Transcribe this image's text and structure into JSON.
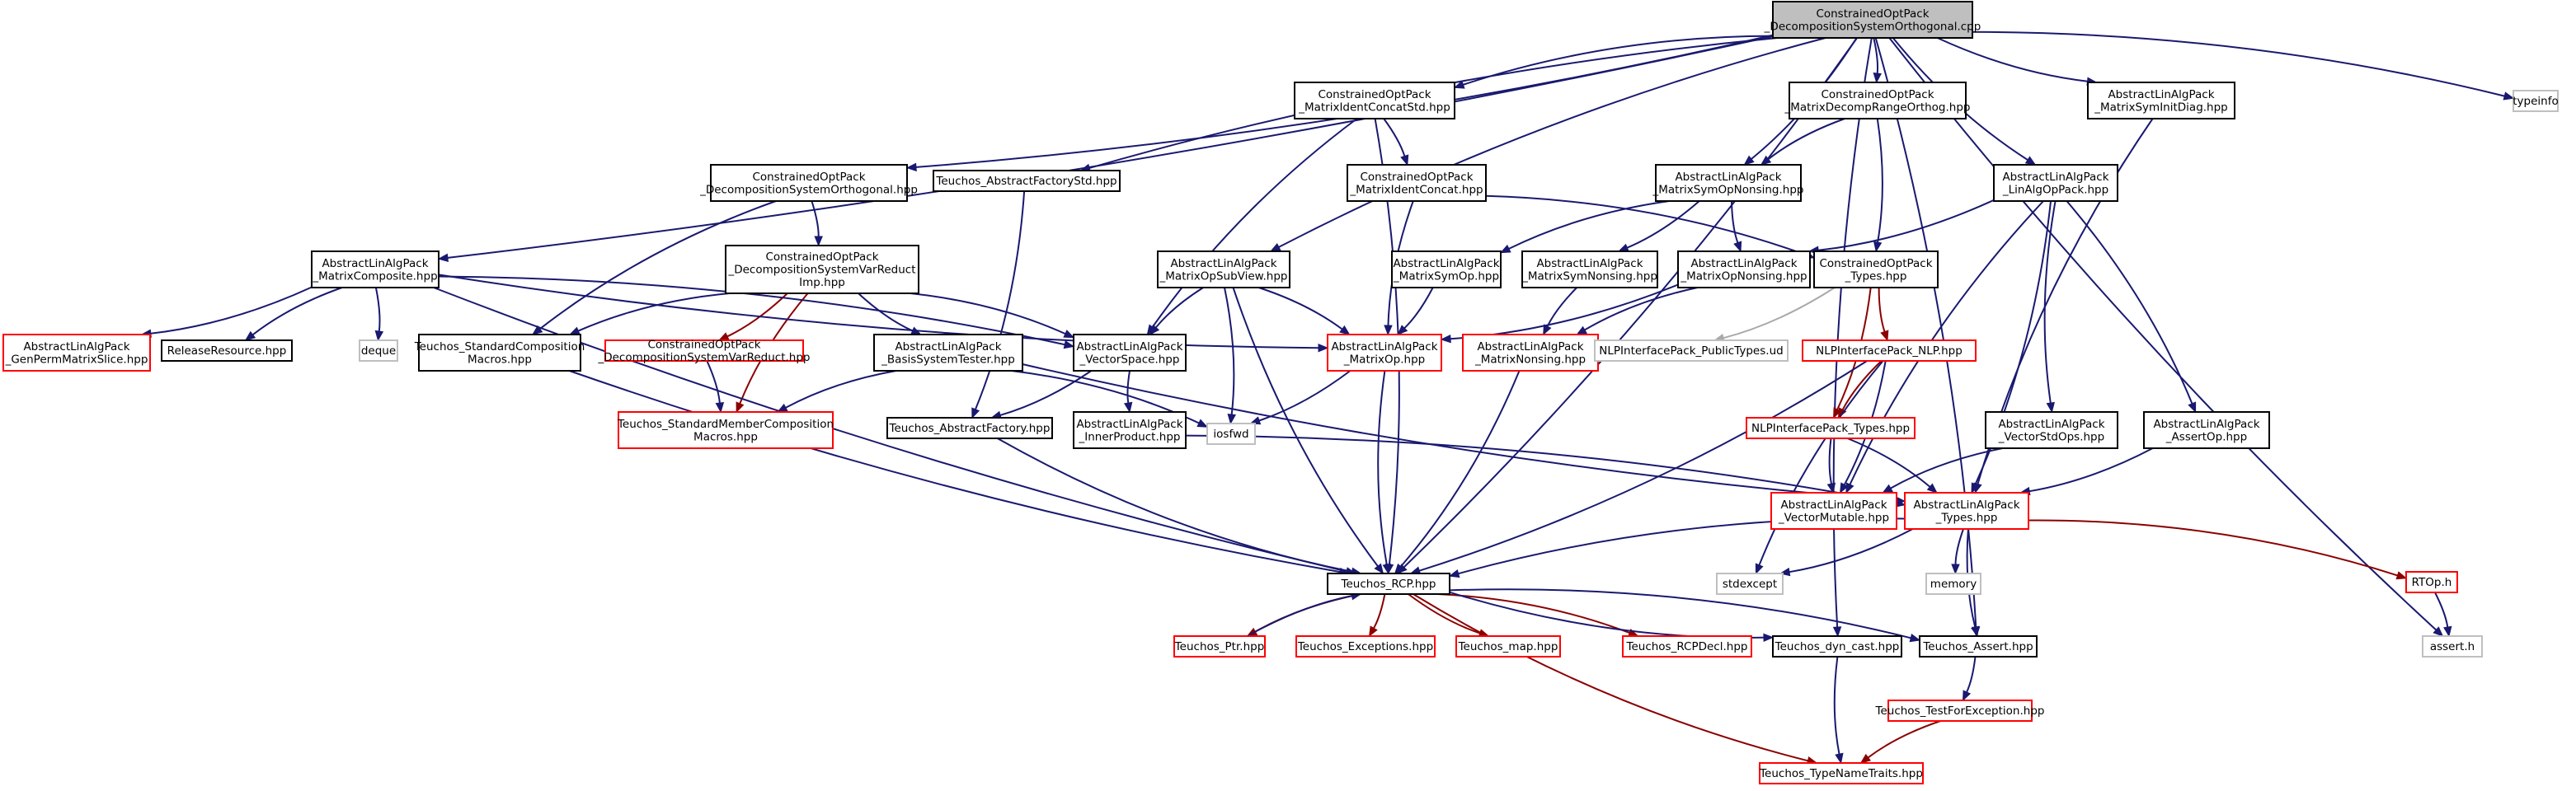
{
  "colors": {
    "root_fill": "#bfbfbf",
    "normal_border": "#000000",
    "missing_border": "#ff0000",
    "external_border": "#bfbfbf",
    "edge": "#191970",
    "edge_red": "#8b0000",
    "edge_gray": "#a9a9a9"
  },
  "nodes": [
    {
      "id": "root",
      "lines": [
        "ConstrainedOptPack",
        "_DecompositionSystemOrthogonal.cpp"
      ],
      "kind": "root"
    },
    {
      "id": "typeinfo",
      "lines": [
        "typeinfo"
      ],
      "kind": "external"
    },
    {
      "id": "mics",
      "lines": [
        "ConstrainedOptPack",
        "_MatrixIdentConcatStd.hpp"
      ],
      "kind": "normal"
    },
    {
      "id": "mdro",
      "lines": [
        "ConstrainedOptPack",
        "_MatrixDecompRangeOrthog.hpp"
      ],
      "kind": "normal"
    },
    {
      "id": "msid",
      "lines": [
        "AbstractLinAlgPack",
        "_MatrixSymInitDiag.hpp"
      ],
      "kind": "normal"
    },
    {
      "id": "dso",
      "lines": [
        "ConstrainedOptPack",
        "_DecompositionSystemOrthogonal.hpp"
      ],
      "kind": "normal"
    },
    {
      "id": "tafs",
      "lines": [
        "Teuchos_AbstractFactoryStd.hpp"
      ],
      "kind": "normal"
    },
    {
      "id": "mic",
      "lines": [
        "ConstrainedOptPack",
        "_MatrixIdentConcat.hpp"
      ],
      "kind": "normal"
    },
    {
      "id": "msopn",
      "lines": [
        "AbstractLinAlgPack",
        "_MatrixSymOpNonsing.hpp"
      ],
      "kind": "normal"
    },
    {
      "id": "laop",
      "lines": [
        "AbstractLinAlgPack",
        "_LinAlgOpPack.hpp"
      ],
      "kind": "normal"
    },
    {
      "id": "dsvri",
      "lines": [
        "ConstrainedOptPack",
        "_DecompositionSystemVarReduct",
        "Imp.hpp"
      ],
      "kind": "normal"
    },
    {
      "id": "mc",
      "lines": [
        "AbstractLinAlgPack",
        "_MatrixComposite.hpp"
      ],
      "kind": "normal"
    },
    {
      "id": "mosv",
      "lines": [
        "AbstractLinAlgPack",
        "_MatrixOpSubView.hpp"
      ],
      "kind": "normal"
    },
    {
      "id": "mso",
      "lines": [
        "AbstractLinAlgPack",
        "_MatrixSymOp.hpp"
      ],
      "kind": "normal"
    },
    {
      "id": "msn",
      "lines": [
        "AbstractLinAlgPack",
        "_MatrixSymNonsing.hpp"
      ],
      "kind": "normal"
    },
    {
      "id": "mon",
      "lines": [
        "AbstractLinAlgPack",
        "_MatrixOpNonsing.hpp"
      ],
      "kind": "normal"
    },
    {
      "id": "copt",
      "lines": [
        "ConstrainedOptPack",
        "_Types.hpp"
      ],
      "kind": "normal"
    },
    {
      "id": "gpms",
      "lines": [
        "AbstractLinAlgPack",
        "_GenPermMatrixSlice.hpp"
      ],
      "kind": "missing"
    },
    {
      "id": "rr",
      "lines": [
        "ReleaseResource.hpp"
      ],
      "kind": "normal"
    },
    {
      "id": "deque",
      "lines": [
        "deque"
      ],
      "kind": "external"
    },
    {
      "id": "tscm",
      "lines": [
        "Teuchos_StandardComposition",
        "Macros.hpp"
      ],
      "kind": "normal"
    },
    {
      "id": "dsvr",
      "lines": [
        "ConstrainedOptPack",
        "_DecompositionSystemVarReduct.hpp"
      ],
      "kind": "missing"
    },
    {
      "id": "bst",
      "lines": [
        "AbstractLinAlgPack",
        "_BasisSystemTester.hpp"
      ],
      "kind": "normal"
    },
    {
      "id": "vs",
      "lines": [
        "AbstractLinAlgPack",
        "_VectorSpace.hpp"
      ],
      "kind": "normal"
    },
    {
      "id": "mop",
      "lines": [
        "AbstractLinAlgPack",
        "_MatrixOp.hpp"
      ],
      "kind": "missing"
    },
    {
      "id": "mnon",
      "lines": [
        "AbstractLinAlgPack",
        "_MatrixNonsing.hpp"
      ],
      "kind": "missing"
    },
    {
      "id": "nlppt",
      "lines": [
        "NLPInterfacePack_PublicTypes.ud"
      ],
      "kind": "external"
    },
    {
      "id": "nlp",
      "lines": [
        "NLPInterfacePack_NLP.hpp"
      ],
      "kind": "missing"
    },
    {
      "id": "tsmcm",
      "lines": [
        "Teuchos_StandardMemberComposition",
        "Macros.hpp"
      ],
      "kind": "missing"
    },
    {
      "id": "taf",
      "lines": [
        "Teuchos_AbstractFactory.hpp"
      ],
      "kind": "normal"
    },
    {
      "id": "iosfwd",
      "lines": [
        "iosfwd"
      ],
      "kind": "external"
    },
    {
      "id": "ip",
      "lines": [
        "AbstractLinAlgPack",
        "_InnerProduct.hpp"
      ],
      "kind": "normal"
    },
    {
      "id": "nlpt",
      "lines": [
        "NLPInterfacePack_Types.hpp"
      ],
      "kind": "missing"
    },
    {
      "id": "vso",
      "lines": [
        "AbstractLinAlgPack",
        "_VectorStdOps.hpp"
      ],
      "kind": "normal"
    },
    {
      "id": "ao",
      "lines": [
        "AbstractLinAlgPack",
        "_AssertOp.hpp"
      ],
      "kind": "normal"
    },
    {
      "id": "vm",
      "lines": [
        "AbstractLinAlgPack",
        "_VectorMutable.hpp"
      ],
      "kind": "missing"
    },
    {
      "id": "alat",
      "lines": [
        "AbstractLinAlgPack",
        "_Types.hpp"
      ],
      "kind": "missing"
    },
    {
      "id": "rcp",
      "lines": [
        "Teuchos_RCP.hpp"
      ],
      "kind": "normal"
    },
    {
      "id": "stdexcept",
      "lines": [
        "stdexcept"
      ],
      "kind": "external"
    },
    {
      "id": "memory",
      "lines": [
        "memory"
      ],
      "kind": "external"
    },
    {
      "id": "rtop",
      "lines": [
        "RTOp.h"
      ],
      "kind": "missing"
    },
    {
      "id": "assert",
      "lines": [
        "assert.h"
      ],
      "kind": "external"
    },
    {
      "id": "ptr",
      "lines": [
        "Teuchos_Ptr.hpp"
      ],
      "kind": "missing"
    },
    {
      "id": "exc",
      "lines": [
        "Teuchos_Exceptions.hpp"
      ],
      "kind": "missing"
    },
    {
      "id": "map",
      "lines": [
        "Teuchos_map.hpp"
      ],
      "kind": "missing"
    },
    {
      "id": "rcpd",
      "lines": [
        "Teuchos_RCPDecl.hpp"
      ],
      "kind": "missing"
    },
    {
      "id": "dync",
      "lines": [
        "Teuchos_dyn_cast.hpp"
      ],
      "kind": "normal"
    },
    {
      "id": "tas",
      "lines": [
        "Teuchos_Assert.hpp"
      ],
      "kind": "normal"
    },
    {
      "id": "tfe",
      "lines": [
        "Teuchos_TestForException.hpp"
      ],
      "kind": "missing"
    },
    {
      "id": "tnt",
      "lines": [
        "Teuchos_TypeNameTraits.hpp"
      ],
      "kind": "missing"
    }
  ],
  "edges": [
    [
      "root",
      "typeinfo"
    ],
    [
      "root",
      "mics"
    ],
    [
      "root",
      "mdro"
    ],
    [
      "root",
      "msid"
    ],
    [
      "root",
      "dso"
    ],
    [
      "root",
      "tafs"
    ],
    [
      "root",
      "msopn"
    ],
    [
      "root",
      "laop"
    ],
    [
      "root",
      "mc"
    ],
    [
      "root",
      "mosv"
    ],
    [
      "root",
      "rcp"
    ],
    [
      "root",
      "dync"
    ],
    [
      "root",
      "tas"
    ],
    [
      "root",
      "assert"
    ],
    [
      "mics",
      "mic"
    ],
    [
      "mics",
      "vs"
    ],
    [
      "mics",
      "rcp"
    ],
    [
      "mdro",
      "msopn"
    ],
    [
      "mdro",
      "copt"
    ],
    [
      "msid",
      "alat"
    ],
    [
      "dso",
      "dsvri"
    ],
    [
      "dso",
      "tscm"
    ],
    [
      "tafs",
      "taf"
    ],
    [
      "mic",
      "mop"
    ],
    [
      "mic",
      "copt"
    ],
    [
      "msopn",
      "mso"
    ],
    [
      "msopn",
      "msn"
    ],
    [
      "msopn",
      "mon"
    ],
    [
      "laop",
      "mon"
    ],
    [
      "laop",
      "vso"
    ],
    [
      "laop",
      "ao"
    ],
    [
      "laop",
      "vm"
    ],
    [
      "laop",
      "alat"
    ],
    [
      "dsvri",
      "tscm"
    ],
    [
      "dsvri",
      "dsvr",
      "red"
    ],
    [
      "dsvri",
      "bst"
    ],
    [
      "dsvri",
      "vs"
    ],
    [
      "dsvri",
      "tsmcm",
      "red"
    ],
    [
      "mc",
      "gpms"
    ],
    [
      "mc",
      "rr"
    ],
    [
      "mc",
      "deque"
    ],
    [
      "mc",
      "mop"
    ],
    [
      "mc",
      "vs"
    ],
    [
      "mc",
      "rcp"
    ],
    [
      "mosv",
      "mop"
    ],
    [
      "mosv",
      "vs"
    ],
    [
      "mosv",
      "iosfwd"
    ],
    [
      "mosv",
      "rcp"
    ],
    [
      "mso",
      "mop"
    ],
    [
      "msn",
      "mnon"
    ],
    [
      "mon",
      "mop"
    ],
    [
      "mon",
      "mnon"
    ],
    [
      "copt",
      "nlppt",
      "gray"
    ],
    [
      "copt",
      "nlp",
      "red"
    ],
    [
      "copt",
      "nlpt",
      "red"
    ],
    [
      "tscm",
      "rcp"
    ],
    [
      "dsvr",
      "tsmcm"
    ],
    [
      "bst",
      "tsmcm"
    ],
    [
      "bst",
      "iosfwd"
    ],
    [
      "bst",
      "alat"
    ],
    [
      "vs",
      "taf"
    ],
    [
      "vs",
      "ip"
    ],
    [
      "mop",
      "iosfwd"
    ],
    [
      "mop",
      "rcp"
    ],
    [
      "mnon",
      "rcp"
    ],
    [
      "nlp",
      "nlpt",
      "red"
    ],
    [
      "nlp",
      "vm"
    ],
    [
      "nlp",
      "stdexcept"
    ],
    [
      "nlp",
      "rcp"
    ],
    [
      "taf",
      "rcp"
    ],
    [
      "ip",
      "alat"
    ],
    [
      "nlpt",
      "vm"
    ],
    [
      "nlpt",
      "alat"
    ],
    [
      "vso",
      "vm"
    ],
    [
      "ao",
      "alat"
    ],
    [
      "alat",
      "rcp"
    ],
    [
      "alat",
      "stdexcept"
    ],
    [
      "alat",
      "memory"
    ],
    [
      "alat",
      "rtop",
      "red"
    ],
    [
      "alat",
      "tas"
    ],
    [
      "rtop",
      "assert"
    ],
    [
      "rcp",
      "ptr",
      "red"
    ],
    [
      "rcp",
      "exc",
      "red"
    ],
    [
      "rcp",
      "map",
      "red"
    ],
    [
      "rcp",
      "rcpd",
      "red"
    ],
    [
      "rcp",
      "dync"
    ],
    [
      "rcp",
      "tas"
    ],
    [
      "rcp",
      "tnt",
      "red"
    ],
    [
      "ptr",
      "rcp"
    ],
    [
      "dync",
      "tnt"
    ],
    [
      "tas",
      "tfe"
    ],
    [
      "tfe",
      "tnt",
      "red"
    ]
  ]
}
